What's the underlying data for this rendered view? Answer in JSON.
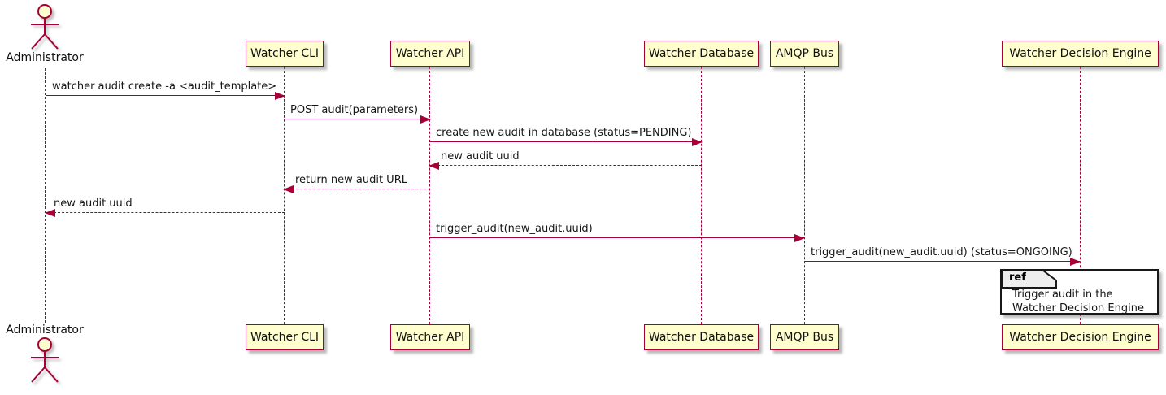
{
  "diagram": {
    "type": "sequence",
    "participants": [
      {
        "id": "administrator",
        "label": "Administrator",
        "kind": "actor"
      },
      {
        "id": "watcher-cli",
        "label": "Watcher CLI",
        "kind": "participant"
      },
      {
        "id": "watcher-api",
        "label": "Watcher API",
        "kind": "participant"
      },
      {
        "id": "watcher-database",
        "label": "Watcher Database",
        "kind": "participant"
      },
      {
        "id": "amqp-bus",
        "label": "AMQP Bus",
        "kind": "participant"
      },
      {
        "id": "watcher-decision-engine",
        "label": "Watcher Decision Engine",
        "kind": "participant"
      }
    ],
    "messages": [
      {
        "from": "Administrator",
        "to": "Watcher CLI",
        "label": "watcher audit create -a <audit_template>",
        "line": "solid",
        "direction": "right"
      },
      {
        "from": "Watcher CLI",
        "to": "Watcher API",
        "label": "POST audit(parameters)",
        "line": "solid",
        "direction": "right"
      },
      {
        "from": "Watcher API",
        "to": "Watcher Database",
        "label": "create new audit in database (status=PENDING)",
        "line": "solid",
        "direction": "right"
      },
      {
        "from": "Watcher Database",
        "to": "Watcher API",
        "label": "new audit uuid",
        "line": "dashed",
        "direction": "left"
      },
      {
        "from": "Watcher API",
        "to": "Watcher CLI",
        "label": "return new audit URL",
        "line": "dashed",
        "direction": "left"
      },
      {
        "from": "Watcher CLI",
        "to": "Administrator",
        "label": "new audit uuid",
        "line": "dashed",
        "direction": "left"
      },
      {
        "from": "Watcher API",
        "to": "AMQP Bus",
        "label": "trigger_audit(new_audit.uuid)",
        "line": "solid",
        "direction": "right"
      },
      {
        "from": "AMQP Bus",
        "to": "Watcher Decision Engine",
        "label": "trigger_audit(new_audit.uuid) (status=ONGOING)",
        "line": "solid",
        "direction": "right"
      }
    ],
    "ref_fragment": {
      "keyword": "ref",
      "over": "Watcher Decision Engine",
      "lines": [
        "Trigger audit in the",
        "Watcher Decision Engine"
      ]
    },
    "colors": {
      "participant_fill": "#FEFECE",
      "border": "#A80036",
      "arrow": "#A80036",
      "lifeline": "#A80036",
      "text": "#161616",
      "ref_border": "#181818",
      "ref_header_fill": "#EEEEEE",
      "background": "#FFFFFF"
    }
  }
}
